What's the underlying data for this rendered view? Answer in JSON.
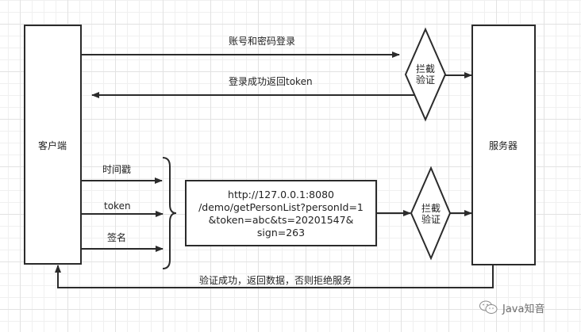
{
  "nodes": {
    "client": {
      "label": "客户端"
    },
    "server": {
      "label": "服务器"
    },
    "interceptor_top": {
      "label_lines": [
        "拦截",
        "验证"
      ]
    },
    "interceptor_bottom": {
      "label_lines": [
        "拦截",
        "验证"
      ]
    },
    "request_url": {
      "lines": [
        "http://127.0.0.1:8080",
        "/demo/getPersonList?personId=1",
        "&token=abc&ts=20201547&",
        "sign=263"
      ]
    }
  },
  "edges": {
    "login_request": "账号和密码登录",
    "login_response": "登录成功返回token",
    "param_timestamp": "时间戳",
    "param_token": "token",
    "param_sign": "签名",
    "final_response": "验证成功，返回数据，否则拒绝服务"
  },
  "watermark": {
    "text": "Java知音",
    "icon": "wechat-icon"
  },
  "colors": {
    "stroke": "#2b2b2b",
    "grid_minor": "#f0f0f0",
    "grid_major": "#e2e2e2",
    "text": "#222222"
  }
}
